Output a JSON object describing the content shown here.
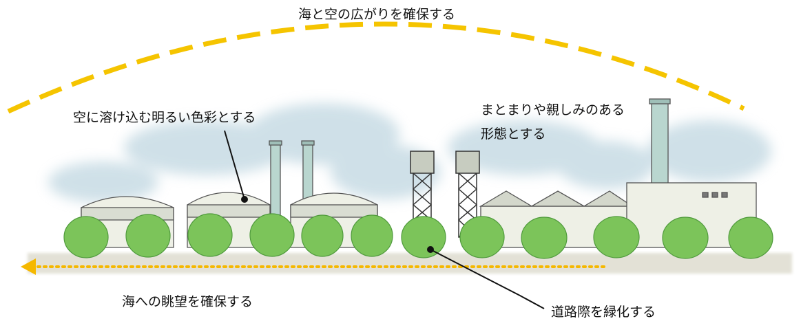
{
  "annotations": {
    "sky_expanse": "海と空の広がりを確保する",
    "bright_color": "空に溶け込む明るい色彩とする",
    "friendly_form_line1": "まとまりや親しみのある",
    "friendly_form_line2": "形態とする",
    "sea_view": "海への眺望を確保する",
    "roadside_green": "道路際を緑化する"
  },
  "colors": {
    "arc_dash": "#f5c400",
    "view_arrow": "#f5b800",
    "sky_wash": "#a9c8d6",
    "building_light": "#eef0e6",
    "building_shade": "#c7ccc0",
    "chimney": "#b9d6cf",
    "tree_green": "#7cc45a",
    "tree_dark": "#4f9a3c",
    "ground": "#d8d5c6"
  }
}
